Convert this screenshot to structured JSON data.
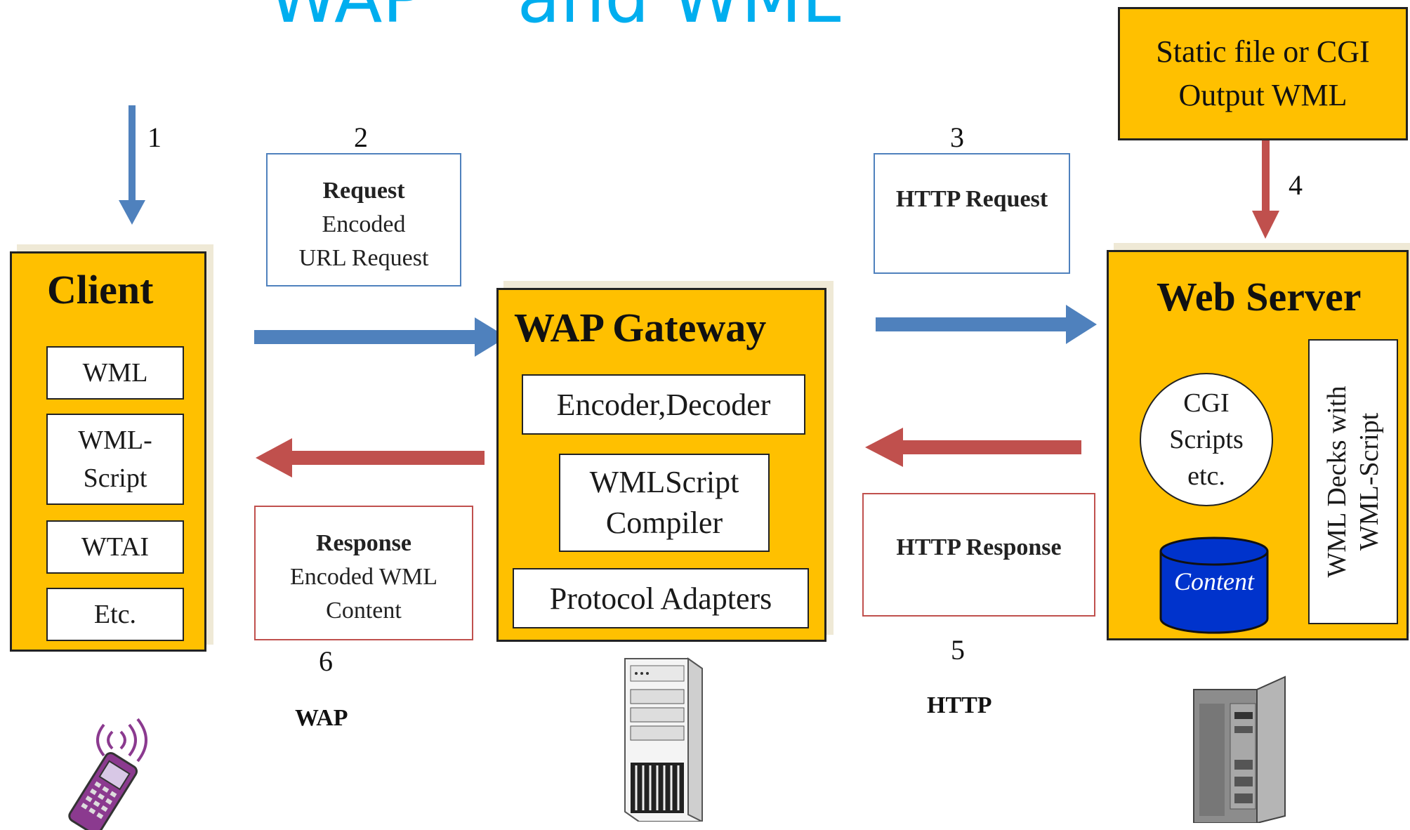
{
  "title": "WAP™ and WML",
  "top_box": {
    "text": "Static file or CGI Output WML"
  },
  "client": {
    "title": "Client",
    "items": [
      "WML",
      "WML-Script",
      "WTAI",
      "Etc."
    ]
  },
  "gateway": {
    "title": "WAP Gateway",
    "items": [
      "Encoder,Decoder",
      "WMLScript Compiler",
      "Protocol Adapters"
    ]
  },
  "server": {
    "title": "Web Server",
    "cgi": "CGI Scripts etc.",
    "content": "Content",
    "decks": "WML Decks with WML-Script"
  },
  "messages": {
    "request": {
      "title": "Request",
      "text": "Encoded URL Request"
    },
    "http_request": {
      "text": "HTTP Request"
    },
    "response": {
      "title": "Response",
      "text": "Encoded WML Content"
    },
    "http_response": {
      "text": "HTTP Response"
    }
  },
  "steps": [
    "1",
    "2",
    "3",
    "4",
    "5",
    "6"
  ],
  "protocols": {
    "wap": "WAP",
    "http": "HTTP"
  },
  "colors": {
    "title": "#00AEEF",
    "box": "#FFC000",
    "arrow_request": "#4F81BD",
    "arrow_response": "#C0504D",
    "content_cylinder": "#0033CC"
  },
  "icons": [
    "mobile-phone-icon",
    "gateway-server-icon",
    "web-server-icon"
  ]
}
